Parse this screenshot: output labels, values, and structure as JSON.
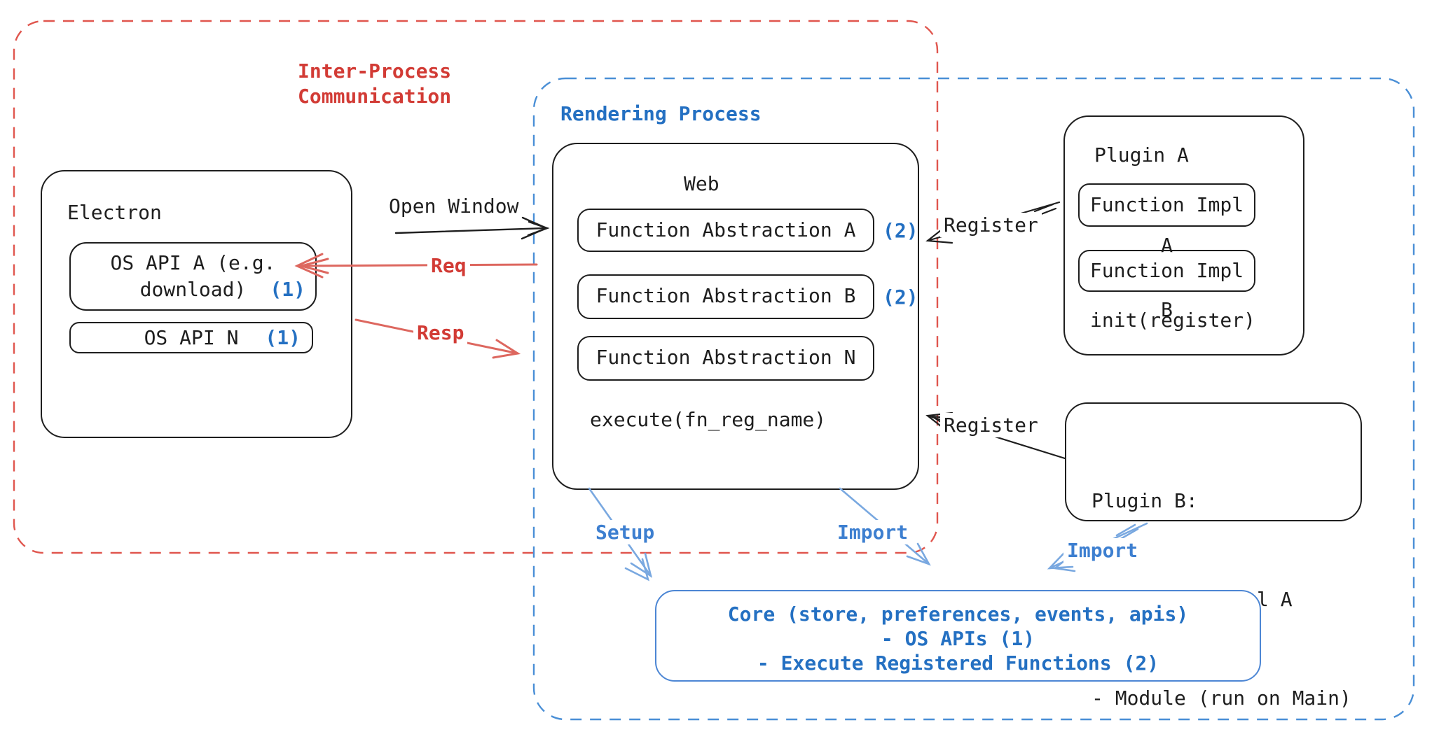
{
  "regions": {
    "ipc": {
      "label_line1": "Inter-Process",
      "label_line2": "Communication"
    },
    "rendering": {
      "label": "Rendering Process"
    }
  },
  "electron": {
    "title": "Electron",
    "api_a": {
      "line1": "OS API A (e.g.",
      "line2": "download)",
      "badge": "(1)"
    },
    "api_n": {
      "label": "OS API N",
      "badge": "(1)"
    }
  },
  "web": {
    "title": "Web",
    "abstractions": [
      {
        "label": "Function Abstraction A",
        "badge": "(2)"
      },
      {
        "label": "Function Abstraction B",
        "badge": "(2)"
      },
      {
        "label": "Function Abstraction N",
        "badge": ""
      }
    ],
    "execute_label": "execute(fn_reg_name)"
  },
  "plugin_a": {
    "title": "Plugin A",
    "impl_a": "Function Impl A",
    "impl_b": "Function Impl B",
    "init_label": "init(register)"
  },
  "plugin_b": {
    "title": "Plugin B:",
    "item1": "- Function Impl A",
    "item2": "- Module (run on Main)"
  },
  "core": {
    "line1": "Core (store, preferences, events, apis)",
    "line2": "- OS APIs (1)",
    "line3": "- Execute Registered Functions (2)"
  },
  "arrows": {
    "open_window": "Open Window",
    "req": "Req",
    "resp": "Resp",
    "register_a": "Register",
    "register_b": "Register",
    "setup": "Setup",
    "import_web": "Import",
    "import_plugin": "Import"
  },
  "colors": {
    "ink": "#1e1e1e",
    "red_text": "#d23b35",
    "red_dash": "#e0564e",
    "red_arrow": "#dd675f",
    "blue_text": "#2470c2",
    "blue_dash": "#4a8fd6",
    "blue_arrow": "#79a8e0",
    "core_border": "#4c86d4"
  }
}
